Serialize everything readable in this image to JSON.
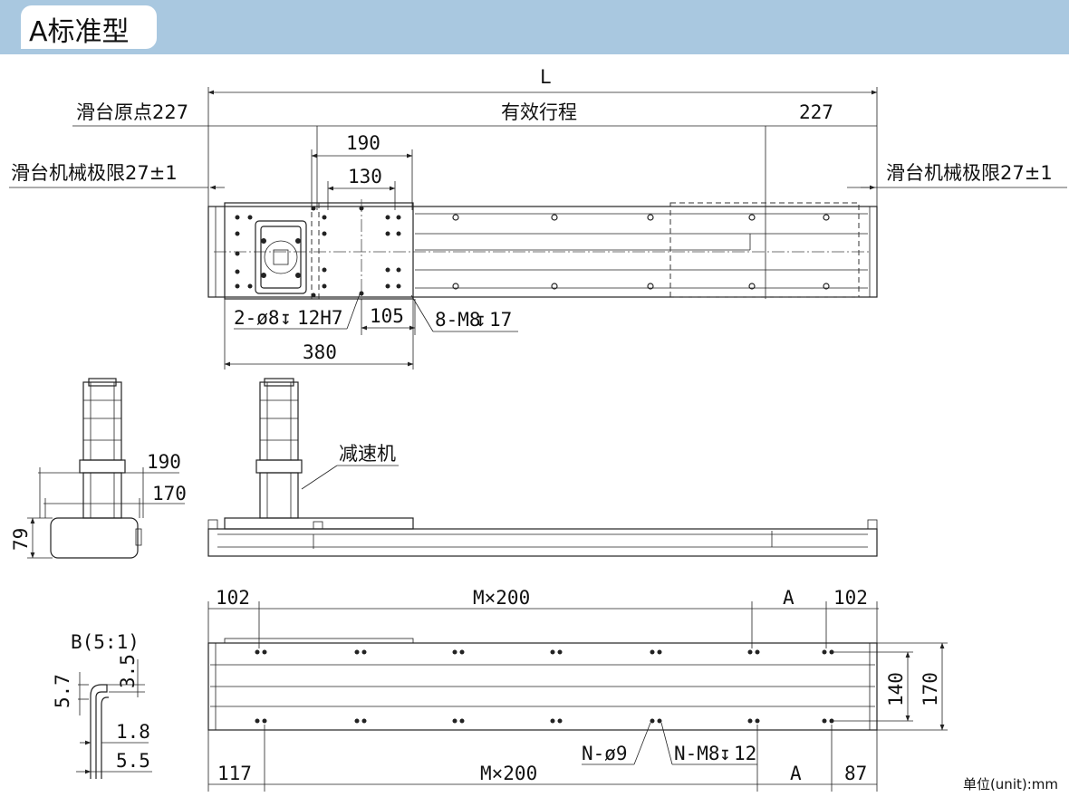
{
  "header": {
    "title": "A标准型"
  },
  "unit_note": "单位(unit):mm",
  "top_view": {
    "total_length": "L",
    "origin_label": "滑台原点227",
    "stroke_label": "有效行程",
    "right_227": "227",
    "limit_left": "滑台机械极限27±1",
    "limit_right": "滑台机械极限27±1",
    "dim_190": "190",
    "dim_130": "130",
    "pin_hole": "2-ø8",
    "pin_depth": "12H7",
    "dim_105": "105",
    "screw_spec": "8-M8",
    "screw_depth": "17",
    "dim_380": "380"
  },
  "end_view": {
    "dim_190": "190",
    "dim_170": "170",
    "dim_79": "79"
  },
  "side_view": {
    "reducer": "减速机"
  },
  "bottom_view": {
    "dim_102_left": "102",
    "pitch_top": "M×200",
    "dim_A_top": "A",
    "dim_102_right": "102",
    "dim_140": "140",
    "dim_170": "170",
    "hole_label": "N-ø9",
    "thread_spec": "N-M8",
    "thread_depth": "12",
    "dim_117": "117",
    "pitch_bottom": "M×200",
    "dim_A_bottom": "A",
    "dim_87": "87"
  },
  "detail_view": {
    "label": "B(5:1)",
    "dim_5_7": "5.7",
    "dim_3_5": "3.5",
    "dim_1_8": "1.8",
    "dim_5_5": "5.5"
  }
}
